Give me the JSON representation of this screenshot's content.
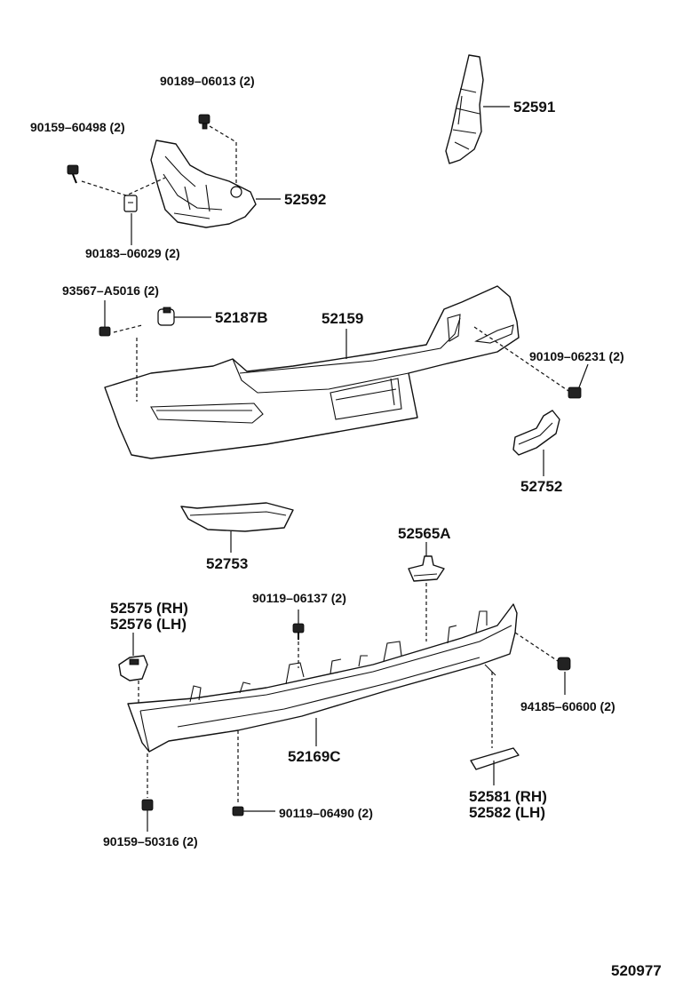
{
  "diagram_id": "520977",
  "labels": {
    "p52591": "52591",
    "p52592": "52592",
    "f90189": "90189–06013 (2)",
    "f90159a": "90159–60498 (2)",
    "f90183": "90183–06029 (2)",
    "f93567": "93567–A5016 (2)",
    "p52187b": "52187B",
    "p52159": "52159",
    "f90109": "90109–06231 (2)",
    "p52752": "52752",
    "p52753": "52753",
    "p52565a": "52565A",
    "f90119a": "90119–06137 (2)",
    "p52575": "52575 (RH)",
    "p52576": "52576 (LH)",
    "f94185": "94185–60600 (2)",
    "p52169c": "52169C",
    "p52581": "52581 (RH)",
    "p52582": "52582 (LH)",
    "f90119b": "90119–06490 (2)",
    "f90159b": "90159–50316 (2)"
  }
}
